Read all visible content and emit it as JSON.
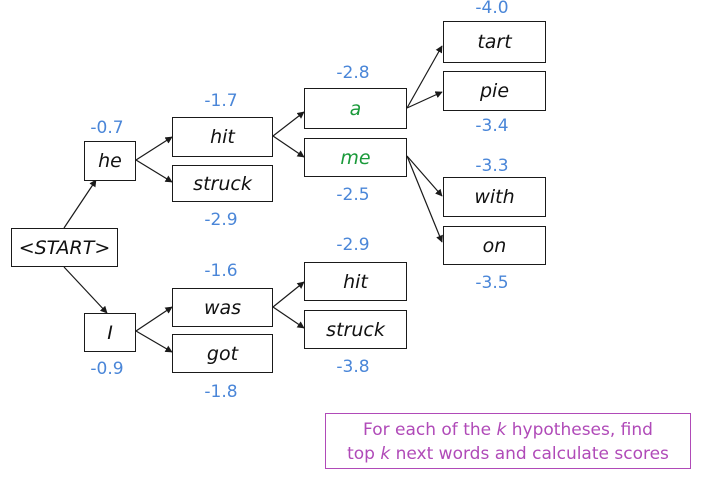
{
  "nodes": {
    "start": "<START>",
    "he": "he",
    "i": "I",
    "hit": "hit",
    "struck": "struck",
    "was": "was",
    "got": "got",
    "a": "a",
    "me": "me",
    "hit2": "hit",
    "struck2": "struck",
    "tart": "tart",
    "pie": "pie",
    "with": "with",
    "on": "on"
  },
  "scores": {
    "he": "-0.7",
    "i": "-0.9",
    "hit": "-1.7",
    "struck": "-2.9",
    "was": "-1.6",
    "got": "-1.8",
    "a": "-2.8",
    "me": "-2.5",
    "hit2": "-2.9",
    "struck2": "-3.8",
    "tart": "-4.0",
    "pie": "-3.4",
    "with": "-3.3",
    "on": "-3.5"
  },
  "colors": {
    "node_text": "#111111",
    "highlight_text": "#1a9a3a",
    "score_text": "#4a86d8",
    "note": "#b04ab8"
  },
  "note": {
    "line1_pre": "For each of the ",
    "k": "k",
    "line1_post": " hypotheses, find",
    "line2_pre": "top ",
    "line2_post": " next words and calculate scores"
  }
}
